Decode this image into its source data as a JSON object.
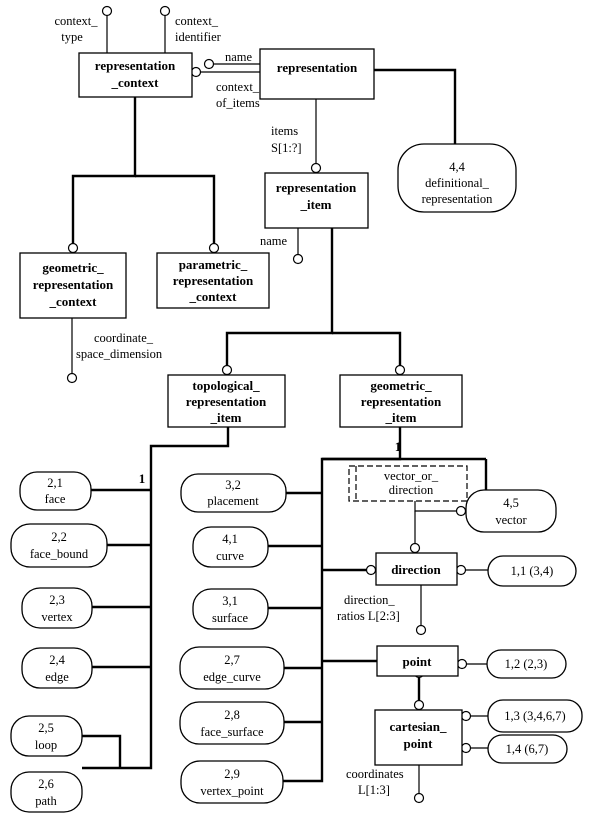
{
  "entities": {
    "representation_context": [
      "representation",
      "_context"
    ],
    "representation": [
      "representation"
    ],
    "representation_item": [
      "representation",
      "_item"
    ],
    "geometric_representation_context": [
      "geometric_",
      "representation",
      "_context"
    ],
    "parametric_representation_context": [
      "parametric_",
      "representation",
      "_context"
    ],
    "topological_representation_item": [
      "topological_",
      "representation",
      "_item"
    ],
    "geometric_representation_item": [
      "geometric_",
      "representation",
      "_item"
    ],
    "direction": [
      "direction"
    ],
    "point": [
      "point"
    ],
    "cartesian_point": [
      "cartesian_",
      "point"
    ]
  },
  "select_types": {
    "vector_or_direction": [
      "vector_or_",
      "direction"
    ]
  },
  "page_refs": {
    "definitional_representation": [
      "4,4",
      "definitional_",
      "representation"
    ],
    "vector": [
      "4,5",
      "vector"
    ],
    "face": [
      "2,1",
      "face"
    ],
    "face_bound": [
      "2,2",
      "face_bound"
    ],
    "vertex": [
      "2,3",
      "vertex"
    ],
    "edge": [
      "2,4",
      "edge"
    ],
    "loop": [
      "2,5",
      "loop"
    ],
    "path": [
      "2,6",
      "path"
    ],
    "placement": [
      "3,2",
      "placement"
    ],
    "curve": [
      "4,1",
      "curve"
    ],
    "surface": [
      "3,1",
      "surface"
    ],
    "edge_curve": [
      "2,7",
      "edge_curve"
    ],
    "face_surface": [
      "2,8",
      "face_surface"
    ],
    "vertex_point": [
      "2,9",
      "vertex_point"
    ],
    "ref_direction": "1,1 (3,4)",
    "ref_point": "1,2 (2,3)",
    "ref_cartesian_point_1": "1,3 (3,4,6,7)",
    "ref_cartesian_point_2": "1,4 (6,7)"
  },
  "attributes": {
    "context_type": [
      "context_",
      "type"
    ],
    "context_identifier": [
      "context_",
      "identifier"
    ],
    "name_representation": "name",
    "context_of_items": [
      "context_",
      "of_items"
    ],
    "items": [
      "items",
      "S[1:?]"
    ],
    "name_item": "name",
    "coordinate_space_dimension": [
      "coordinate_",
      "space_dimension"
    ],
    "direction_ratios": [
      "direction_",
      "ratios L[2:3]"
    ],
    "coordinates": [
      "coordinates",
      "L[1:3]"
    ]
  },
  "oneof_labels": {
    "topological": "1",
    "geometric": "1"
  }
}
